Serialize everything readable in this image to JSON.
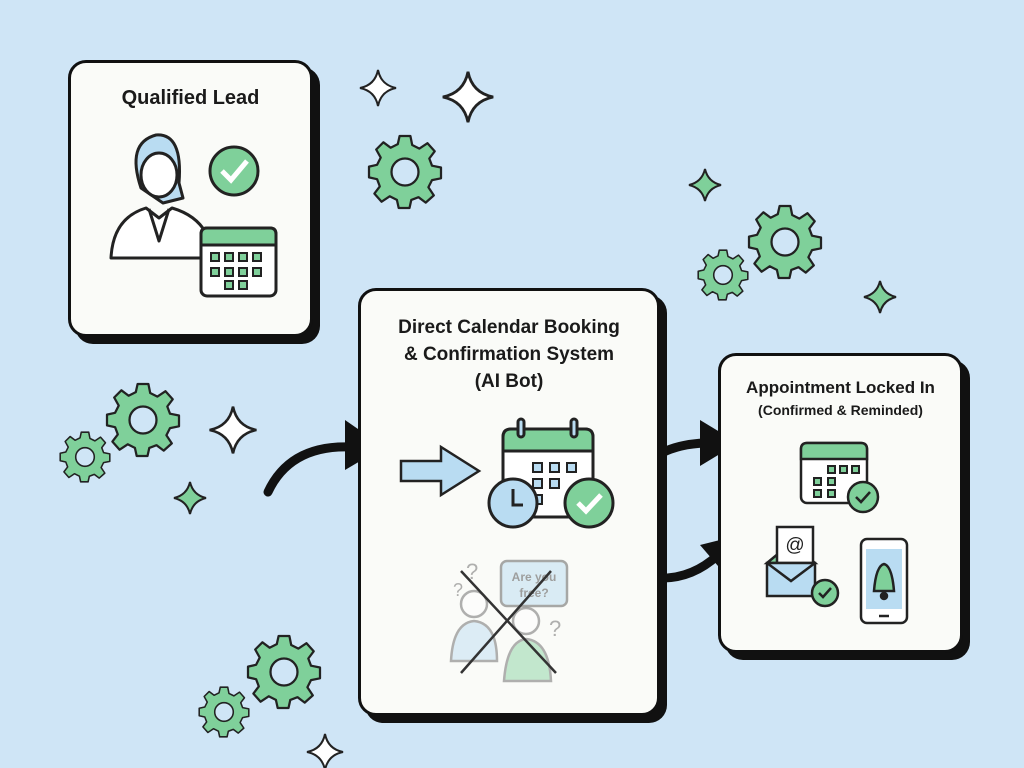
{
  "colors": {
    "background": "#cfe5f6",
    "accent_green": "#7fd09a",
    "accent_blue": "#b9dcf2",
    "outline": "#111111"
  },
  "lead_box": {
    "title": "Qualified Lead",
    "icons": [
      "person-icon",
      "check-circle-icon",
      "calendar-icon"
    ]
  },
  "system_box": {
    "title_line1": "Direct Calendar Booking",
    "title_line2": "& Confirmation System",
    "title_line3": "(AI Bot)",
    "crossed_out_bubble": "Are you free?",
    "icons": [
      "arrow-right-icon",
      "calendar-icon",
      "clock-icon",
      "check-circle-icon",
      "people-icon",
      "speech-bubble-icon",
      "cross-icon"
    ]
  },
  "result_box": {
    "title": "Appointment Locked In",
    "subtitle": "(Confirmed & Reminded)",
    "icons": [
      "calendar-icon",
      "email-icon",
      "phone-bell-icon"
    ]
  }
}
